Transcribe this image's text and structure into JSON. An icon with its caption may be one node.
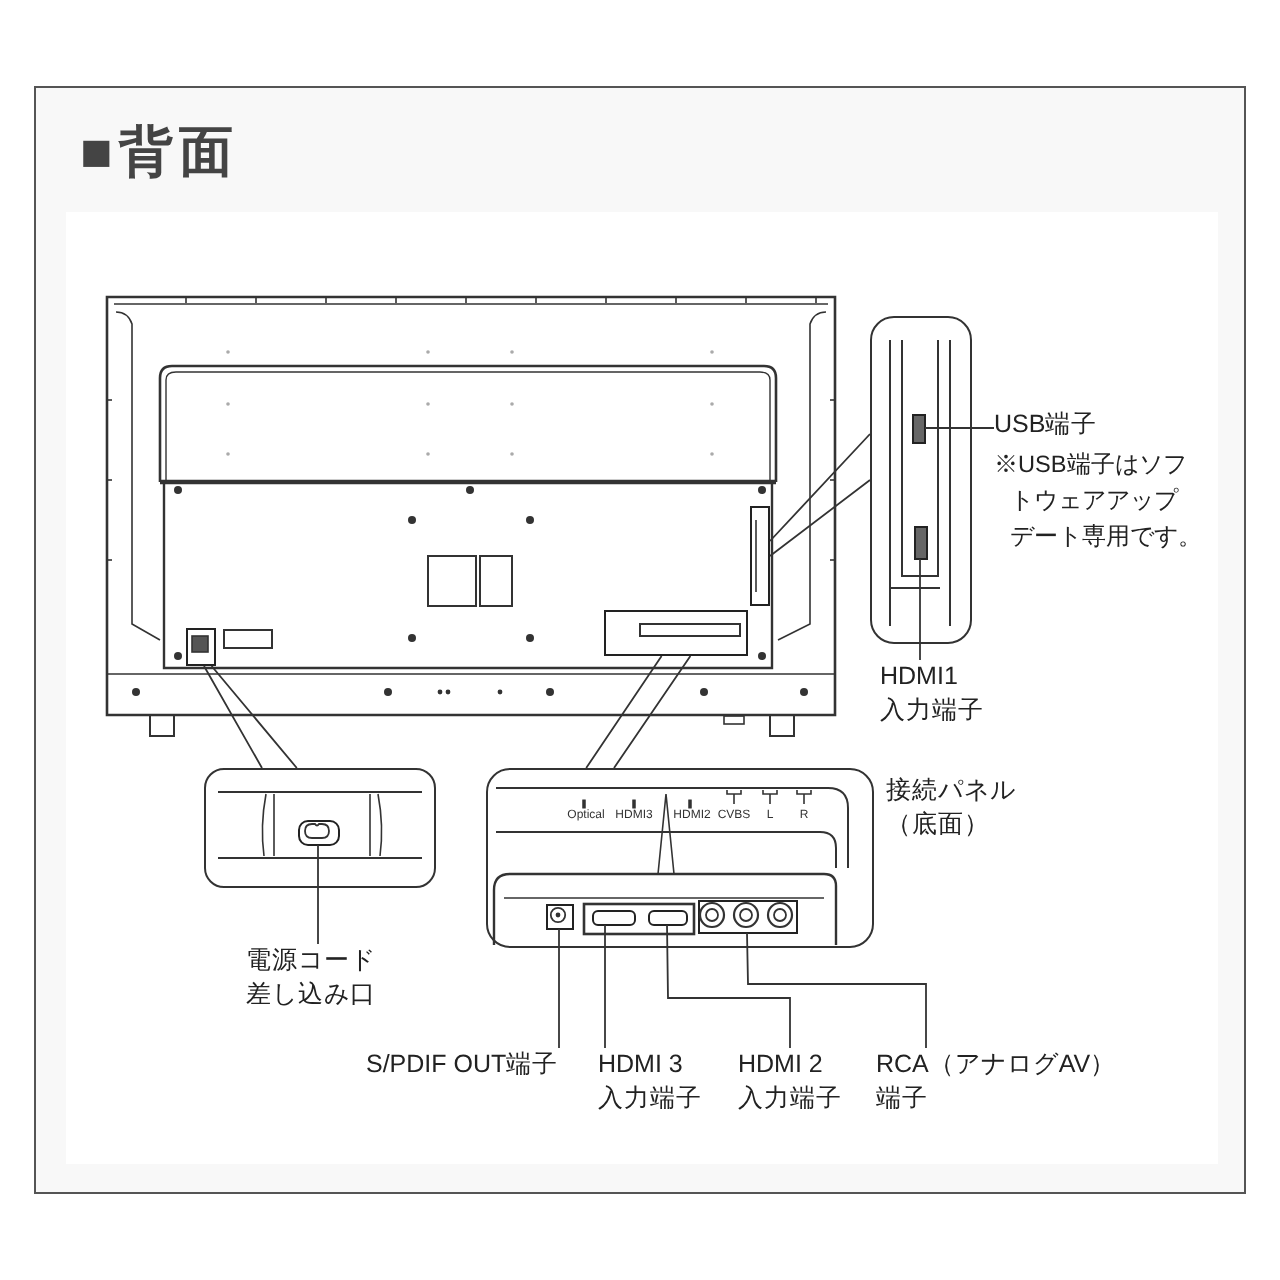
{
  "diagram": {
    "title": "■背面",
    "nodes": [
      {
        "text": [],
        "shape": "picture"
      },
      {
        "text": [],
        "shape": "box",
        "in": 0
      },
      {
        "text": [],
        "shape": "box",
        "in": 0
      },
      {
        "text": [],
        "shape": "box",
        "in": 0
      },
      {
        "text": [],
        "shape": "picture"
      },
      {
        "text": [],
        "shape": "box",
        "in": 4
      },
      {
        "text": [],
        "shape": "box",
        "in": 4
      },
      {
        "text": [
          "USB端子",
          "※USB端子はソフトウェアアップデート専用です。"
        ]
      },
      {
        "text": [
          "HDMI1 入力端子"
        ]
      },
      {
        "text": [],
        "shape": "picture"
      },
      {
        "text": [],
        "shape": "box",
        "in": 9
      },
      {
        "text": [
          "電源コード差し込み口"
        ]
      },
      {
        "text": [],
        "shape": "picture",
        "beside": [
          "接続パネル（底面）"
        ]
      },
      {
        "text": [],
        "shape": "box",
        "in": 12
      },
      {
        "text": [],
        "shape": "box",
        "in": 12
      },
      {
        "text": [],
        "shape": "box",
        "in": 12
      },
      {
        "text": [],
        "shape": "box",
        "in": 12
      },
      {
        "text": [
          "S/PDIF OUT端子"
        ]
      },
      {
        "text": [
          "HDMI 3 入力端子"
        ]
      },
      {
        "text": [
          "HDMI 2 入力端子"
        ]
      },
      {
        "text": [
          "RCA（アナログAV）端子"
        ]
      }
    ],
    "edges": [
      {
        "from": 1,
        "to": 4,
        "arrow": "none"
      },
      {
        "from": 7,
        "to": 5,
        "arrow": "none"
      },
      {
        "from": 8,
        "to": 6,
        "arrow": "none"
      },
      {
        "from": 2,
        "to": 9,
        "arrow": "none"
      },
      {
        "from": 11,
        "to": 10,
        "arrow": "none"
      },
      {
        "from": 3,
        "to": 12,
        "arrow": "none"
      },
      {
        "from": 17,
        "to": 13,
        "arrow": "none"
      },
      {
        "from": 18,
        "to": 14,
        "arrow": "none"
      },
      {
        "from": 19,
        "to": 15,
        "arrow": "none"
      },
      {
        "from": 20,
        "to": 16,
        "arrow": "none"
      }
    ],
    "labels": [
      "Optical",
      "HDMI3",
      "HDMI2",
      "CVBS",
      "L",
      "R"
    ]
  }
}
